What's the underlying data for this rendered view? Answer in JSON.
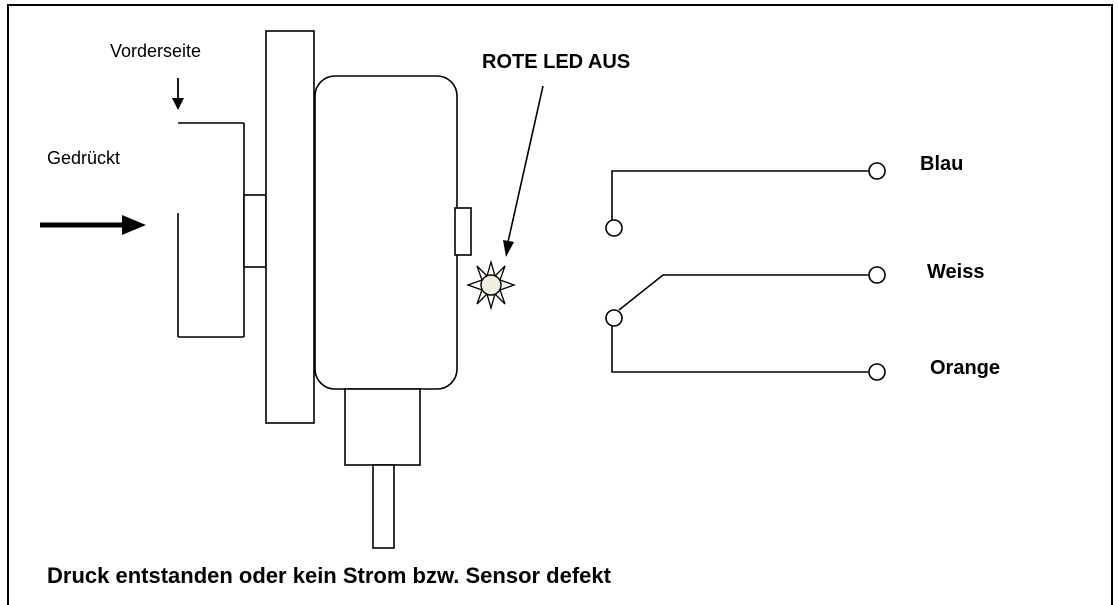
{
  "labels": {
    "front_side": "Vorderseite",
    "pressed": "Gedrückt",
    "led_status": "ROTE LED AUS",
    "wire_blue": "Blau",
    "wire_white": "Weiss",
    "wire_orange": "Orange",
    "caption": "Druck entstanden oder kein Strom bzw. Sensor defekt"
  },
  "colors": {
    "line": "#000000",
    "led_fill": "#f2eedc",
    "background": "#ffffff"
  }
}
